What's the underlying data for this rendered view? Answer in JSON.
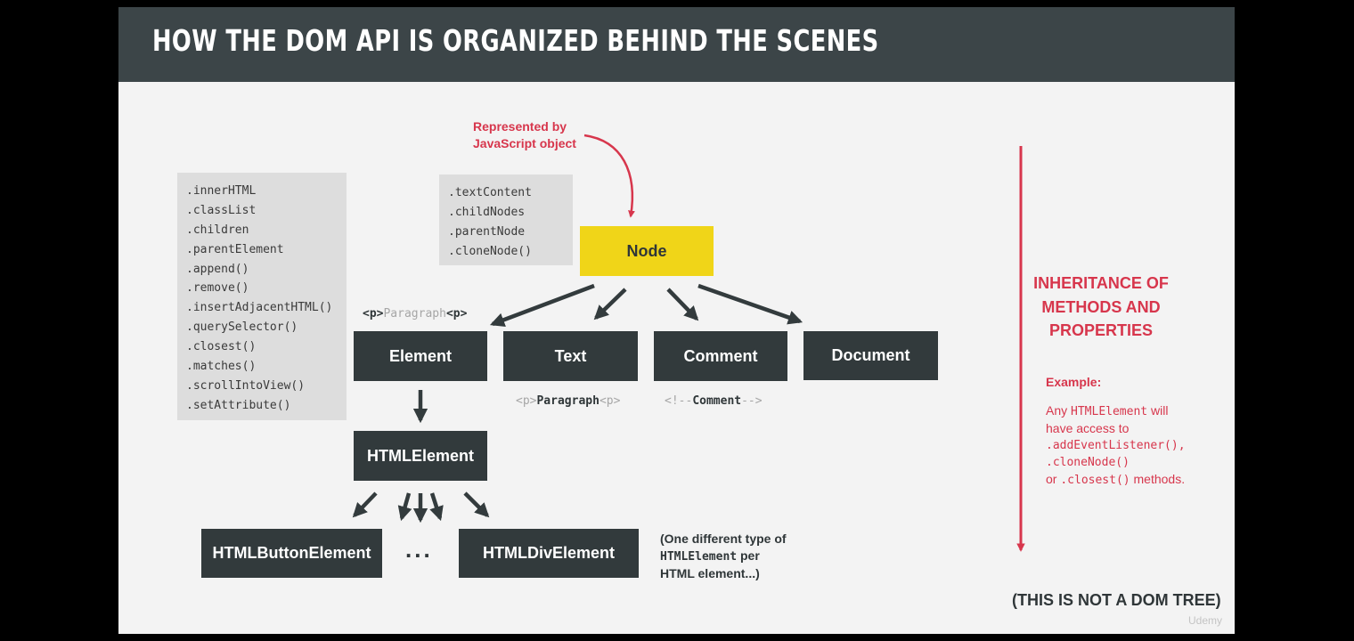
{
  "title": "HOW THE DOM API IS ORGANIZED BEHIND THE SCENES",
  "represented_by": [
    "Represented by",
    "JavaScript object"
  ],
  "nodes": {
    "node": "Node",
    "element": "Element",
    "text": "Text",
    "comment": "Comment",
    "document": "Document",
    "html_element": "HTMLElement",
    "html_button_element": "HTMLButtonElement",
    "html_div_element": "HTMLDivElement"
  },
  "ellipsis": "...",
  "element_methods": [
    ".innerHTML",
    ".classList",
    ".children",
    ".parentElement",
    ".append()",
    ".remove()",
    ".insertAdjacentHTML()",
    ".querySelector()",
    ".closest()",
    ".matches()",
    ".scrollIntoView()",
    ".setAttribute()"
  ],
  "node_methods": [
    ".textContent",
    ".childNodes",
    ".parentNode",
    ".cloneNode()"
  ],
  "element_example": {
    "open_tag": "<p>",
    "content": "Paragraph",
    "close_tag": "<p>"
  },
  "text_example": {
    "open_tag": "<p>",
    "content": "Paragraph",
    "close_tag": "<p>"
  },
  "comment_example": {
    "open": "<!--",
    "content": "Comment",
    "close": "-->"
  },
  "one_different_type": {
    "line1": "(One different type of",
    "code": "HTMLElement",
    "after_code": " per",
    "line3": "HTML element...)"
  },
  "inheritance_title": "INHERITANCE OF METHODS AND PROPERTIES",
  "example": {
    "label": "Example:",
    "any": "Any ",
    "code1": "HTMLElement",
    "will": " will",
    "have_access": "have access to",
    "code2": ".addEventListener(),",
    "code3": ".cloneNode()",
    "or": "or ",
    "code4": ".closest()",
    "methods": " methods."
  },
  "not_dom_tree": "(THIS IS NOT A DOM TREE)",
  "watermark": "Udemy",
  "colors": {
    "header": "#3c4548",
    "box": "#323a3c",
    "node": "#f0d518",
    "accent": "#d7364c",
    "panel": "#dddddd",
    "background": "#f3f3f3"
  }
}
